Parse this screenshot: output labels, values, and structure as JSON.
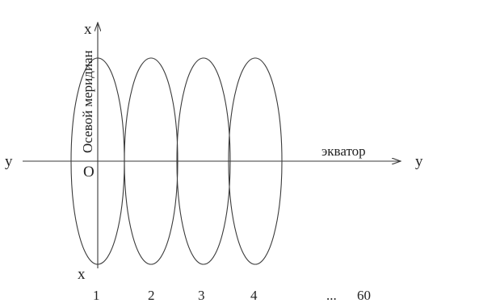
{
  "axes": {
    "x_top": "x",
    "x_bottom": "x",
    "y_left": "y",
    "y_right": "y",
    "origin": "O"
  },
  "labels": {
    "meridian": "Осевой меридиан",
    "equator": "экватор"
  },
  "zones": [
    {
      "number": "1"
    },
    {
      "number": "2"
    },
    {
      "number": "3"
    },
    {
      "number": "4"
    }
  ],
  "ellipsis": "...",
  "last_zone": "60",
  "colors": {
    "stroke": "#3a3a3a",
    "text": "#222222",
    "background": "#ffffff"
  }
}
